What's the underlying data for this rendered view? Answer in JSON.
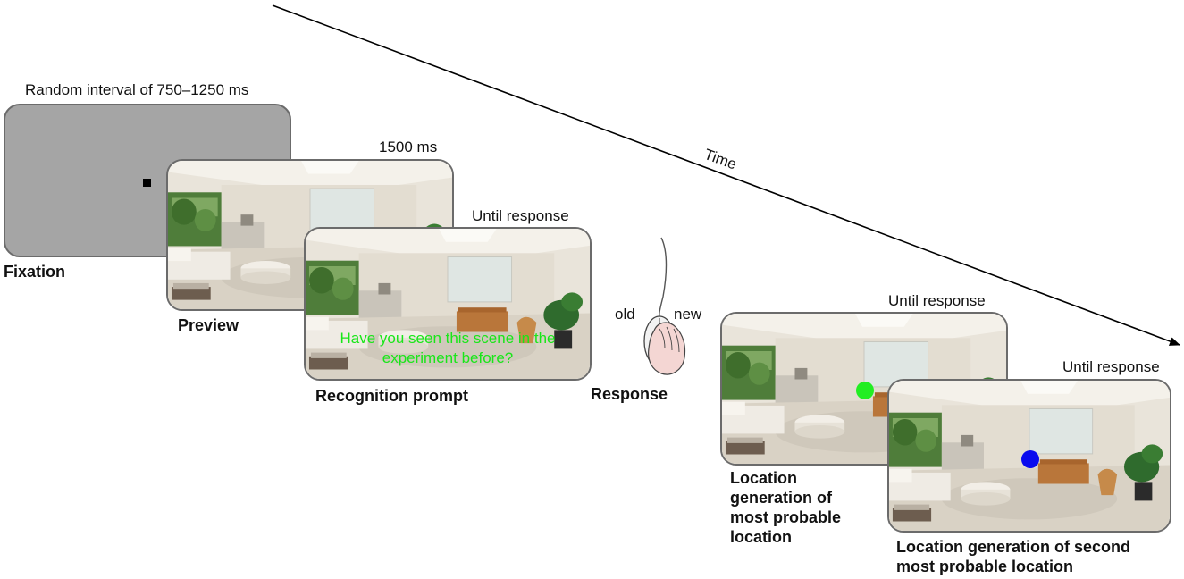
{
  "timeline": {
    "label": "Time"
  },
  "steps": {
    "fixation": {
      "duration": "Random interval of 750–1250 ms",
      "caption": "Fixation"
    },
    "preview": {
      "duration": "1500 ms",
      "caption": "Preview"
    },
    "recognition": {
      "duration": "Until response",
      "caption": "Recognition prompt",
      "prompt_line1": "Have you seen this scene in the",
      "prompt_line2": "experiment before?"
    },
    "response": {
      "caption": "Response",
      "left_label": "old",
      "right_label": "new"
    },
    "location1": {
      "duration": "Until response",
      "caption_lines": [
        "Location",
        "generation of",
        "most probable",
        "location"
      ],
      "dot_color": "#22ee22"
    },
    "location2": {
      "duration": "Until response",
      "caption_lines": [
        "Location generation of second",
        "most probable location"
      ],
      "dot_color": "#0a0aee"
    }
  }
}
